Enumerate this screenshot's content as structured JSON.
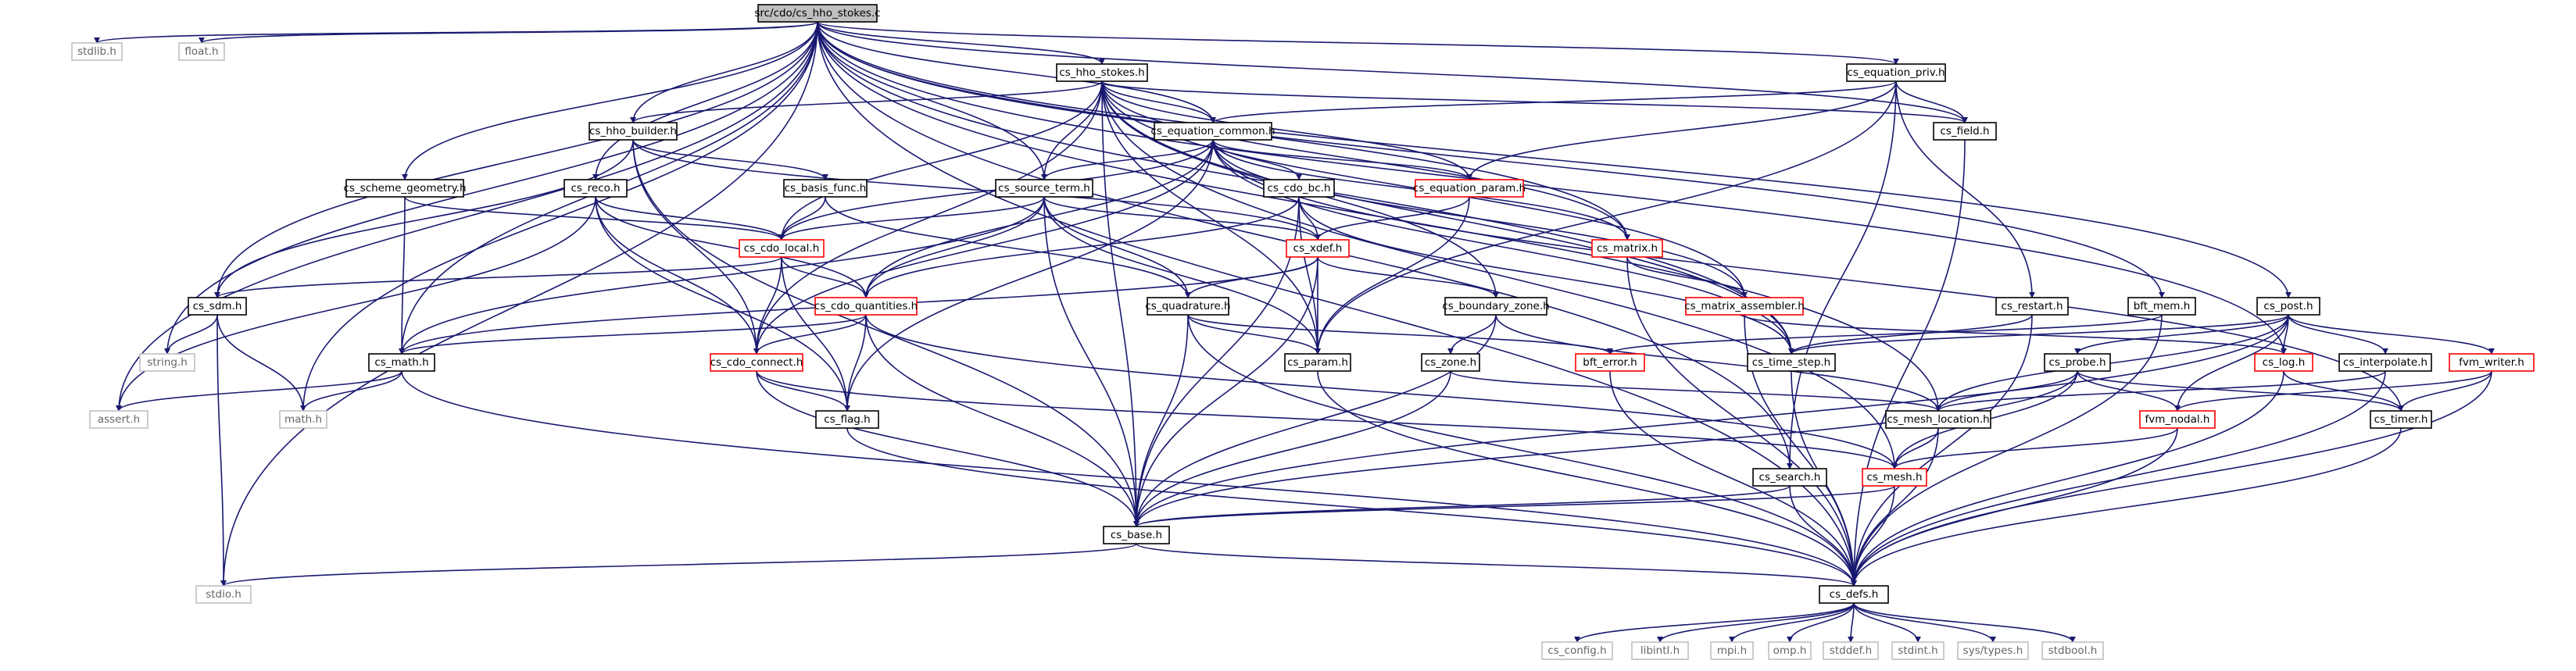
{
  "colors": {
    "edge": "#191970",
    "root_fill": "#bfbfbf",
    "node_fill": "#ffffff",
    "node_border": "#000000",
    "expandable_border": "#ff0000",
    "external_border": "#bfbfbf",
    "external_text": "#666666",
    "text": "#000000"
  },
  "nodes": [
    {
      "id": "root",
      "label": "src/cdo/cs_hho_stokes.c",
      "kind": "root"
    },
    {
      "id": "stdlib",
      "label": "stdlib.h",
      "kind": "external"
    },
    {
      "id": "float",
      "label": "float.h",
      "kind": "external"
    },
    {
      "id": "hho_stokes_h",
      "label": "cs_hho_stokes.h",
      "kind": "normal"
    },
    {
      "id": "equation_priv",
      "label": "cs_equation_priv.h",
      "kind": "normal"
    },
    {
      "id": "hho_builder",
      "label": "cs_hho_builder.h",
      "kind": "normal"
    },
    {
      "id": "equation_common",
      "label": "cs_equation_common.h",
      "kind": "normal"
    },
    {
      "id": "field",
      "label": "cs_field.h",
      "kind": "normal"
    },
    {
      "id": "scheme_geometry",
      "label": "cs_scheme_geometry.h",
      "kind": "normal"
    },
    {
      "id": "basis_func",
      "label": "cs_basis_func.h",
      "kind": "normal"
    },
    {
      "id": "reco",
      "label": "cs_reco.h",
      "kind": "normal"
    },
    {
      "id": "source_term",
      "label": "cs_source_term.h",
      "kind": "normal"
    },
    {
      "id": "cdo_bc",
      "label": "cs_cdo_bc.h",
      "kind": "normal"
    },
    {
      "id": "equation_param",
      "label": "cs_equation_param.h",
      "kind": "expandable"
    },
    {
      "id": "cdo_local",
      "label": "cs_cdo_local.h",
      "kind": "expandable"
    },
    {
      "id": "xdef",
      "label": "cs_xdef.h",
      "kind": "expandable"
    },
    {
      "id": "matrix",
      "label": "cs_matrix.h",
      "kind": "expandable"
    },
    {
      "id": "sdm",
      "label": "cs_sdm.h",
      "kind": "normal"
    },
    {
      "id": "cdo_quantities",
      "label": "cs_cdo_quantities.h",
      "kind": "expandable"
    },
    {
      "id": "quadrature",
      "label": "cs_quadrature.h",
      "kind": "normal"
    },
    {
      "id": "boundary_zone",
      "label": "cs_boundary_zone.h",
      "kind": "normal"
    },
    {
      "id": "matrix_assembler",
      "label": "cs_matrix_assembler.h",
      "kind": "expandable"
    },
    {
      "id": "restart",
      "label": "cs_restart.h",
      "kind": "normal"
    },
    {
      "id": "bft_mem",
      "label": "bft_mem.h",
      "kind": "normal"
    },
    {
      "id": "post",
      "label": "cs_post.h",
      "kind": "normal"
    },
    {
      "id": "string",
      "label": "string.h",
      "kind": "external"
    },
    {
      "id": "math_h_cs",
      "label": "cs_math.h",
      "kind": "normal"
    },
    {
      "id": "cdo_connect",
      "label": "cs_cdo_connect.h",
      "kind": "expandable"
    },
    {
      "id": "param",
      "label": "cs_param.h",
      "kind": "normal"
    },
    {
      "id": "zone",
      "label": "cs_zone.h",
      "kind": "normal"
    },
    {
      "id": "bft_error",
      "label": "bft_error.h",
      "kind": "expandable"
    },
    {
      "id": "time_step",
      "label": "cs_time_step.h",
      "kind": "normal"
    },
    {
      "id": "probe",
      "label": "cs_probe.h",
      "kind": "normal"
    },
    {
      "id": "log",
      "label": "cs_log.h",
      "kind": "expandable"
    },
    {
      "id": "interpolate",
      "label": "cs_interpolate.h",
      "kind": "normal"
    },
    {
      "id": "fvm_writer",
      "label": "fvm_writer.h",
      "kind": "expandable"
    },
    {
      "id": "assert",
      "label": "assert.h",
      "kind": "external"
    },
    {
      "id": "math",
      "label": "math.h",
      "kind": "external"
    },
    {
      "id": "flag",
      "label": "cs_flag.h",
      "kind": "normal"
    },
    {
      "id": "mesh_location",
      "label": "cs_mesh_location.h",
      "kind": "normal"
    },
    {
      "id": "fvm_nodal",
      "label": "fvm_nodal.h",
      "kind": "expandable"
    },
    {
      "id": "timer",
      "label": "cs_timer.h",
      "kind": "normal"
    },
    {
      "id": "search",
      "label": "cs_search.h",
      "kind": "normal"
    },
    {
      "id": "mesh",
      "label": "cs_mesh.h",
      "kind": "expandable"
    },
    {
      "id": "base",
      "label": "cs_base.h",
      "kind": "normal"
    },
    {
      "id": "stdio",
      "label": "stdio.h",
      "kind": "external"
    },
    {
      "id": "defs",
      "label": "cs_defs.h",
      "kind": "normal"
    },
    {
      "id": "config",
      "label": "cs_config.h",
      "kind": "external"
    },
    {
      "id": "libintl",
      "label": "libintl.h",
      "kind": "external"
    },
    {
      "id": "mpi",
      "label": "mpi.h",
      "kind": "external"
    },
    {
      "id": "omp",
      "label": "omp.h",
      "kind": "external"
    },
    {
      "id": "stddef",
      "label": "stddef.h",
      "kind": "external"
    },
    {
      "id": "stdint",
      "label": "stdint.h",
      "kind": "external"
    },
    {
      "id": "systypes",
      "label": "sys/types.h",
      "kind": "external"
    },
    {
      "id": "stdbool",
      "label": "stdbool.h",
      "kind": "external"
    }
  ],
  "edges": [
    [
      "root",
      "stdlib"
    ],
    [
      "root",
      "float"
    ],
    [
      "root",
      "hho_stokes_h"
    ],
    [
      "root",
      "equation_priv"
    ],
    [
      "root",
      "hho_builder"
    ],
    [
      "root",
      "equation_common"
    ],
    [
      "root",
      "source_term"
    ],
    [
      "root",
      "scheme_geometry"
    ],
    [
      "root",
      "reco"
    ],
    [
      "root",
      "sdm"
    ],
    [
      "root",
      "string"
    ],
    [
      "root",
      "assert"
    ],
    [
      "root",
      "math_h_cs"
    ],
    [
      "root",
      "math"
    ],
    [
      "root",
      "stdio"
    ],
    [
      "root",
      "defs"
    ],
    [
      "root",
      "post"
    ],
    [
      "root",
      "log"
    ],
    [
      "root",
      "bft_mem"
    ],
    [
      "root",
      "field"
    ],
    [
      "root",
      "matrix"
    ],
    [
      "root",
      "time_step"
    ],
    [
      "root",
      "mesh_location"
    ],
    [
      "root",
      "search"
    ],
    [
      "hho_stokes_h",
      "hho_builder"
    ],
    [
      "hho_stokes_h",
      "equation_common"
    ],
    [
      "hho_stokes_h",
      "field"
    ],
    [
      "hho_stokes_h",
      "source_term"
    ],
    [
      "hho_stokes_h",
      "cdo_local"
    ],
    [
      "hho_stokes_h",
      "cdo_connect"
    ],
    [
      "hho_stokes_h",
      "base"
    ],
    [
      "hho_stokes_h",
      "matrix"
    ],
    [
      "hho_stokes_h",
      "equation_param"
    ],
    [
      "hho_stokes_h",
      "matrix_assembler"
    ],
    [
      "hho_stokes_h",
      "mesh"
    ],
    [
      "hho_stokes_h",
      "time_step"
    ],
    [
      "hho_stokes_h",
      "boundary_zone"
    ],
    [
      "hho_stokes_h",
      "param"
    ],
    [
      "equation_priv",
      "equation_common"
    ],
    [
      "equation_priv",
      "equation_param"
    ],
    [
      "equation_priv",
      "field"
    ],
    [
      "equation_priv",
      "restart"
    ],
    [
      "equation_priv",
      "param"
    ],
    [
      "equation_priv",
      "search"
    ],
    [
      "hho_builder",
      "basis_func"
    ],
    [
      "hho_builder",
      "cdo_connect"
    ],
    [
      "hho_builder",
      "sdm"
    ],
    [
      "hho_builder",
      "xdef"
    ],
    [
      "hho_builder",
      "base"
    ],
    [
      "equation_common",
      "source_term"
    ],
    [
      "equation_common",
      "cdo_bc"
    ],
    [
      "equation_common",
      "equation_param"
    ],
    [
      "equation_common",
      "cdo_local"
    ],
    [
      "equation_common",
      "cdo_quantities"
    ],
    [
      "equation_common",
      "matrix"
    ],
    [
      "equation_common",
      "matrix_assembler"
    ],
    [
      "equation_common",
      "flag"
    ],
    [
      "equation_common",
      "time_step"
    ],
    [
      "equation_common",
      "cdo_connect"
    ],
    [
      "equation_common",
      "timer"
    ],
    [
      "field",
      "defs"
    ],
    [
      "scheme_geometry",
      "cdo_local"
    ],
    [
      "scheme_geometry",
      "math_h_cs"
    ],
    [
      "basis_func",
      "cdo_local"
    ],
    [
      "basis_func",
      "quadrature"
    ],
    [
      "reco",
      "cdo_local"
    ],
    [
      "reco",
      "cdo_quantities"
    ],
    [
      "reco",
      "cdo_connect"
    ],
    [
      "reco",
      "flag"
    ],
    [
      "reco",
      "assert"
    ],
    [
      "source_term",
      "cdo_local"
    ],
    [
      "source_term",
      "cdo_quantities"
    ],
    [
      "source_term",
      "xdef"
    ],
    [
      "source_term",
      "quadrature"
    ],
    [
      "source_term",
      "param"
    ],
    [
      "source_term",
      "base"
    ],
    [
      "source_term",
      "math_h_cs"
    ],
    [
      "cdo_bc",
      "xdef"
    ],
    [
      "cdo_bc",
      "cdo_quantities"
    ],
    [
      "cdo_bc",
      "param"
    ],
    [
      "cdo_bc",
      "time_step"
    ],
    [
      "cdo_bc",
      "base"
    ],
    [
      "equation_param",
      "xdef"
    ],
    [
      "equation_param",
      "param"
    ],
    [
      "cdo_local",
      "sdm"
    ],
    [
      "cdo_local",
      "cdo_quantities"
    ],
    [
      "cdo_local",
      "cdo_connect"
    ],
    [
      "cdo_local",
      "flag"
    ],
    [
      "xdef",
      "quadrature"
    ],
    [
      "xdef",
      "boundary_zone"
    ],
    [
      "xdef",
      "param"
    ],
    [
      "xdef",
      "base"
    ],
    [
      "xdef",
      "math_h_cs"
    ],
    [
      "matrix",
      "matrix_assembler"
    ],
    [
      "matrix",
      "defs"
    ],
    [
      "sdm",
      "string"
    ],
    [
      "sdm",
      "math"
    ],
    [
      "sdm",
      "stdio"
    ],
    [
      "cdo_quantities",
      "cdo_connect"
    ],
    [
      "cdo_quantities",
      "flag"
    ],
    [
      "cdo_quantities",
      "base"
    ],
    [
      "cdo_quantities",
      "math_h_cs"
    ],
    [
      "cdo_quantities",
      "mesh"
    ],
    [
      "quadrature",
      "param"
    ],
    [
      "quadrature",
      "bft_error"
    ],
    [
      "quadrature",
      "base"
    ],
    [
      "quadrature",
      "defs"
    ],
    [
      "boundary_zone",
      "zone"
    ],
    [
      "boundary_zone",
      "mesh_location"
    ],
    [
      "boundary_zone",
      "base"
    ],
    [
      "matrix_assembler",
      "log"
    ],
    [
      "matrix_assembler",
      "defs"
    ],
    [
      "restart",
      "time_step"
    ],
    [
      "restart",
      "defs"
    ],
    [
      "bft_mem",
      "bft_error"
    ],
    [
      "bft_mem",
      "defs"
    ],
    [
      "post",
      "time_step"
    ],
    [
      "post",
      "probe"
    ],
    [
      "post",
      "interpolate"
    ],
    [
      "post",
      "fvm_writer"
    ],
    [
      "post",
      "fvm_nodal"
    ],
    [
      "post",
      "mesh_location"
    ],
    [
      "post",
      "base"
    ],
    [
      "post",
      "log"
    ],
    [
      "math_h_cs",
      "assert"
    ],
    [
      "math_h_cs",
      "math"
    ],
    [
      "math_h_cs",
      "defs"
    ],
    [
      "cdo_connect",
      "flag"
    ],
    [
      "cdo_connect",
      "base"
    ],
    [
      "cdo_connect",
      "mesh"
    ],
    [
      "param",
      "defs"
    ],
    [
      "zone",
      "mesh_location"
    ],
    [
      "zone",
      "base"
    ],
    [
      "bft_error",
      "defs"
    ],
    [
      "time_step",
      "defs"
    ],
    [
      "probe",
      "mesh_location"
    ],
    [
      "probe",
      "fvm_nodal"
    ],
    [
      "probe",
      "timer"
    ],
    [
      "probe",
      "mesh"
    ],
    [
      "probe",
      "base"
    ],
    [
      "log",
      "timer"
    ],
    [
      "log",
      "defs"
    ],
    [
      "interpolate",
      "mesh_location"
    ],
    [
      "interpolate",
      "defs"
    ],
    [
      "fvm_writer",
      "fvm_nodal"
    ],
    [
      "fvm_writer",
      "timer"
    ],
    [
      "fvm_writer",
      "defs"
    ],
    [
      "flag",
      "defs"
    ],
    [
      "mesh_location",
      "mesh"
    ],
    [
      "mesh_location",
      "defs"
    ],
    [
      "fvm_nodal",
      "mesh"
    ],
    [
      "fvm_nodal",
      "defs"
    ],
    [
      "timer",
      "defs"
    ],
    [
      "search",
      "base"
    ],
    [
      "search",
      "defs"
    ],
    [
      "mesh",
      "base"
    ],
    [
      "mesh",
      "defs"
    ],
    [
      "base",
      "defs"
    ],
    [
      "base",
      "stdio"
    ],
    [
      "defs",
      "config"
    ],
    [
      "defs",
      "libintl"
    ],
    [
      "defs",
      "mpi"
    ],
    [
      "defs",
      "omp"
    ],
    [
      "defs",
      "stddef"
    ],
    [
      "defs",
      "stdint"
    ],
    [
      "defs",
      "systypes"
    ],
    [
      "defs",
      "stdbool"
    ]
  ]
}
